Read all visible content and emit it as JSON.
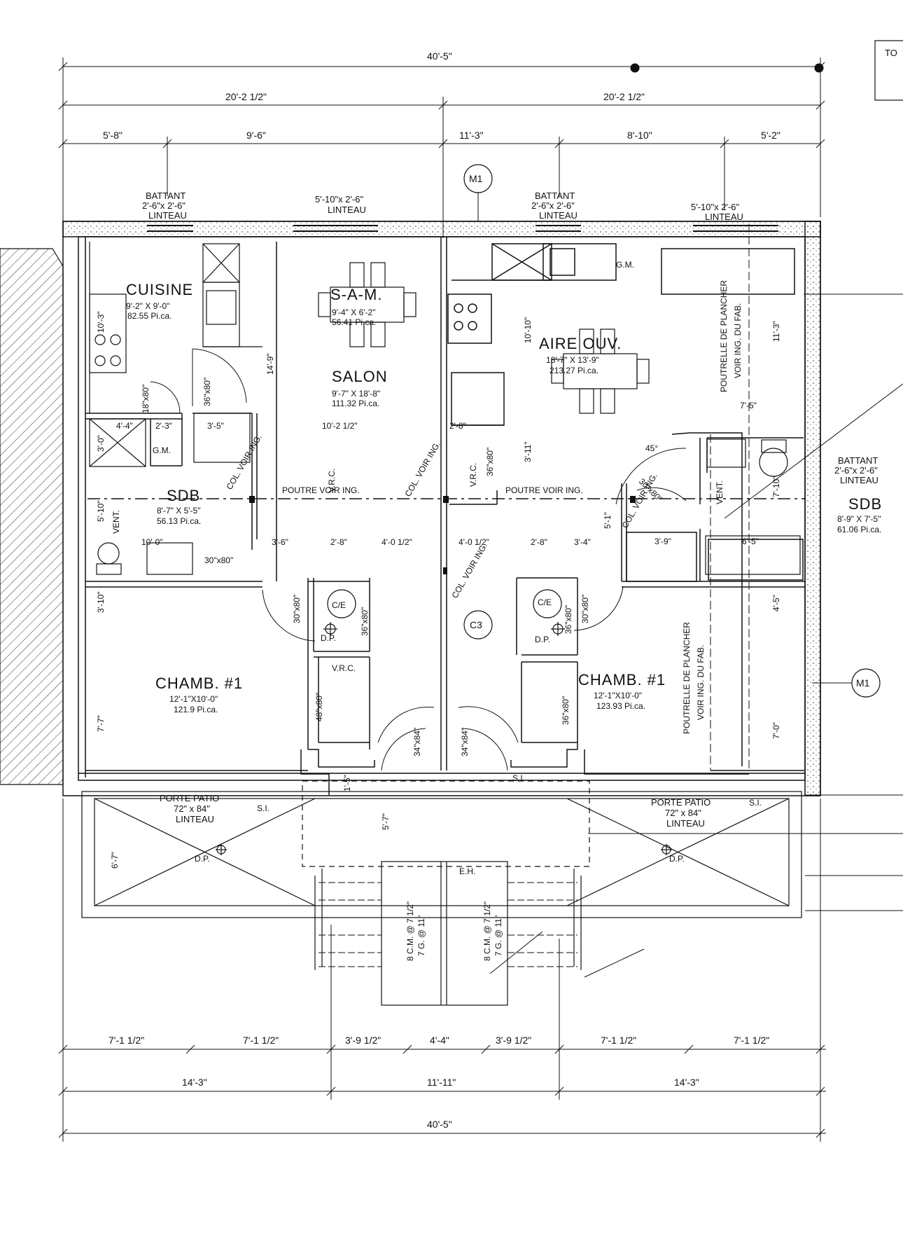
{
  "dimensions": {
    "overall_top": "40'-5\"",
    "half_left_top": "20'-2 1/2\"",
    "half_right_top": "20'-2 1/2\"",
    "top_segments": [
      "5'-8\"",
      "9'-6\"",
      "11'-3\"",
      "8'-10\"",
      "5'-2\""
    ],
    "bottom_segments": [
      "7'-1 1/2\"",
      "7'-1 1/2\"",
      "3'-9 1/2\"",
      "4'-4\"",
      "3'-9 1/2\"",
      "7'-1 1/2\"",
      "7'-1 1/2\""
    ],
    "bottom_mid": [
      "14'-3\"",
      "11'-11\"",
      "14'-3\""
    ],
    "overall_bottom": "40'-5\""
  },
  "title_box": "TO",
  "markers": {
    "m1_top": "M1",
    "m1_right": "M1",
    "c3": "C3"
  },
  "openings": {
    "battant_1_title": "BATTANT",
    "battant_1_size": "2'-6\"x 2'-6\"",
    "battant_1_sub": "LINTEAU",
    "win_1_size": "5'-10\"x 2'-6\"",
    "win_1_sub": "LINTEAU",
    "battant_2_title": "BATTANT",
    "battant_2_size": "2'-6\"x 2'-6\"",
    "battant_2_sub": "LINTEAU",
    "win_2_size": "5'-10\"x 2'-6\"",
    "win_2_sub": "LINTEAU",
    "battant_3_title": "BATTANT",
    "battant_3_size": "2'-6\"x 2'-6\"",
    "battant_3_sub": "LINTEAU",
    "patio_1_title": "PORTE PATIO",
    "patio_1_size": "72\" x 84\"",
    "patio_1_sub": "LINTEAU",
    "patio_2_title": "PORTE PATIO",
    "patio_2_size": "72\" x 84\"",
    "patio_2_sub": "LINTEAU"
  },
  "rooms": {
    "cuisine": {
      "name": "CUISINE",
      "size": "9'-2\" X 9'-0\"",
      "area": "82.55 Pi.ca."
    },
    "sam": {
      "name": "S-A-M.",
      "size": "9'-4\" X 6'-2\"",
      "area": "56.41 Pi.ca."
    },
    "salon": {
      "name": "SALON",
      "size": "9'-7\" X 18'-8\"",
      "area": "111.32 Pi.ca."
    },
    "sdb_left": {
      "name": "SDB",
      "size": "8'-7\" X 5'-5\"",
      "area": "56.13 Pi.ca."
    },
    "chamb_left": {
      "name": "CHAMB. #1",
      "size": "12'-1\"X10'-0\"",
      "area": "121.9 Pi.ca."
    },
    "aire": {
      "name": "AIRE OUV.",
      "size": "18'-7\" X 13'-9\"",
      "area": "213.27 Pi.ca."
    },
    "sdb_right": {
      "name": "SDB",
      "size": "8'-9\" X 7'-5\"",
      "area": "61.06 Pi.ca."
    },
    "chamb_right": {
      "name": "CHAMB. #1",
      "size": "12'-1\"X10'-0\"",
      "area": "123.93 Pi.ca."
    }
  },
  "notes": {
    "gm": "G.M.",
    "gm2": "G.M.",
    "vrc1": "V.R.C.",
    "vrc2": "V.R.C.",
    "vrc3": "V.R.C.",
    "ce1": "C/E",
    "ce2": "C/E",
    "dp1": "D.P.",
    "dp2": "D.P.",
    "dp3": "D.P.",
    "dp4": "D.P.",
    "si1": "S.I.",
    "si2": "S.I.",
    "si3": "S.I.",
    "eh": "E.H.",
    "vent1": "VENT.",
    "vent2": "VENT.",
    "poutre1": "POUTRE VOIR ING.",
    "poutre2": "POUTRE VOIR ING.",
    "poutrelle1": "POUTRELLE DE PLANCHER",
    "poutrelle1b": "VOIR ING. DU FAB.",
    "poutrelle2": "POUTRELLE DE PLANCHER",
    "poutrelle2b": "VOIR ING. DU FAB.",
    "col1": "COL. VOIR ING.",
    "col2": "COL. VOIR ING.",
    "col3": "COL. VOIR ING.",
    "col4": "COL. VOIR ING.",
    "stair1a": "8 C.M. @ 7 1/2\"",
    "stair1b": "7 G. @ 11\"",
    "stair2a": "8 C.M. @ 7 1/2\"",
    "stair2b": "7 G. @ 11\""
  },
  "interior_dims": {
    "d_10_3": "10'-3\"",
    "d_18x80": "18\"x80\"",
    "d_36x80a": "36\"x80\"",
    "d_14_9": "14'-9\"",
    "d_4_4": "4'-4\"",
    "d_2_3": "2'-3\"",
    "d_3_5": "3'-5\"",
    "d_3_0": "3'-0\"",
    "d_10_2": "10'-2 1/2\"",
    "d_5_10": "5'-10\"",
    "d_10_0": "10'-0\"",
    "d_30x80a": "30\"x80\"",
    "d_3_6": "3'-6\"",
    "d_2_8a": "2'-8\"",
    "d_4_0a": "4'-0 1/2\"",
    "d_4_0b": "4'-0 1/2\"",
    "d_2_8b": "2'-8\"",
    "d_3_4": "3'-4\"",
    "d_3_10": "3'-10\"",
    "d_7_7": "7'-7\"",
    "d_30x80b": "30\"x80\"",
    "d_36x80b": "36\"x80\"",
    "d_48x80": "48\"x80\"",
    "d_34x84a": "34\"x84\"",
    "d_34x84b": "34\"x84\"",
    "d_1_5": "1'-5\"",
    "d_5_7": "5'-7\"",
    "d_6_7": "6'-7\"",
    "d_10_10": "10'-10\"",
    "d_2_8c": "2'-8\"",
    "d_3_11": "3'-11\"",
    "d_36x80c": "36\"x80\"",
    "d_45": "45°",
    "d_30x80c": "30\"x80\"",
    "d_5_1": "5'-1\"",
    "d_3_9": "3'-9\"",
    "d_6_5": "6'-5\"",
    "d_7_5": "7'-5\"",
    "d_7_10": "7'-10\"",
    "d_11_3": "11'-3\"",
    "d_4_5": "4'-5\"",
    "d_7_0": "7'-0\"",
    "d_36x80d": "36\"x80\"",
    "d_36x80e": "36\"x80\"",
    "d_30x80d": "30\"x80\""
  }
}
